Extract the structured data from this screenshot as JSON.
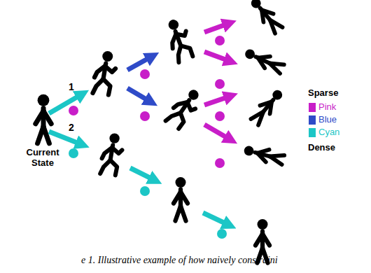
{
  "diagram": {
    "caption": "e 1. Illustrative example of how naively constraini",
    "labels": [
      "1",
      "2",
      "Current State",
      "Sparse",
      "Dense"
    ],
    "legend": [
      {
        "text": "Pink",
        "color": "#c81ec8"
      },
      {
        "text": "Blue",
        "color": "#2f4bc8"
      },
      {
        "text": "Cyan",
        "color": "#1cc6c6"
      }
    ]
  }
}
